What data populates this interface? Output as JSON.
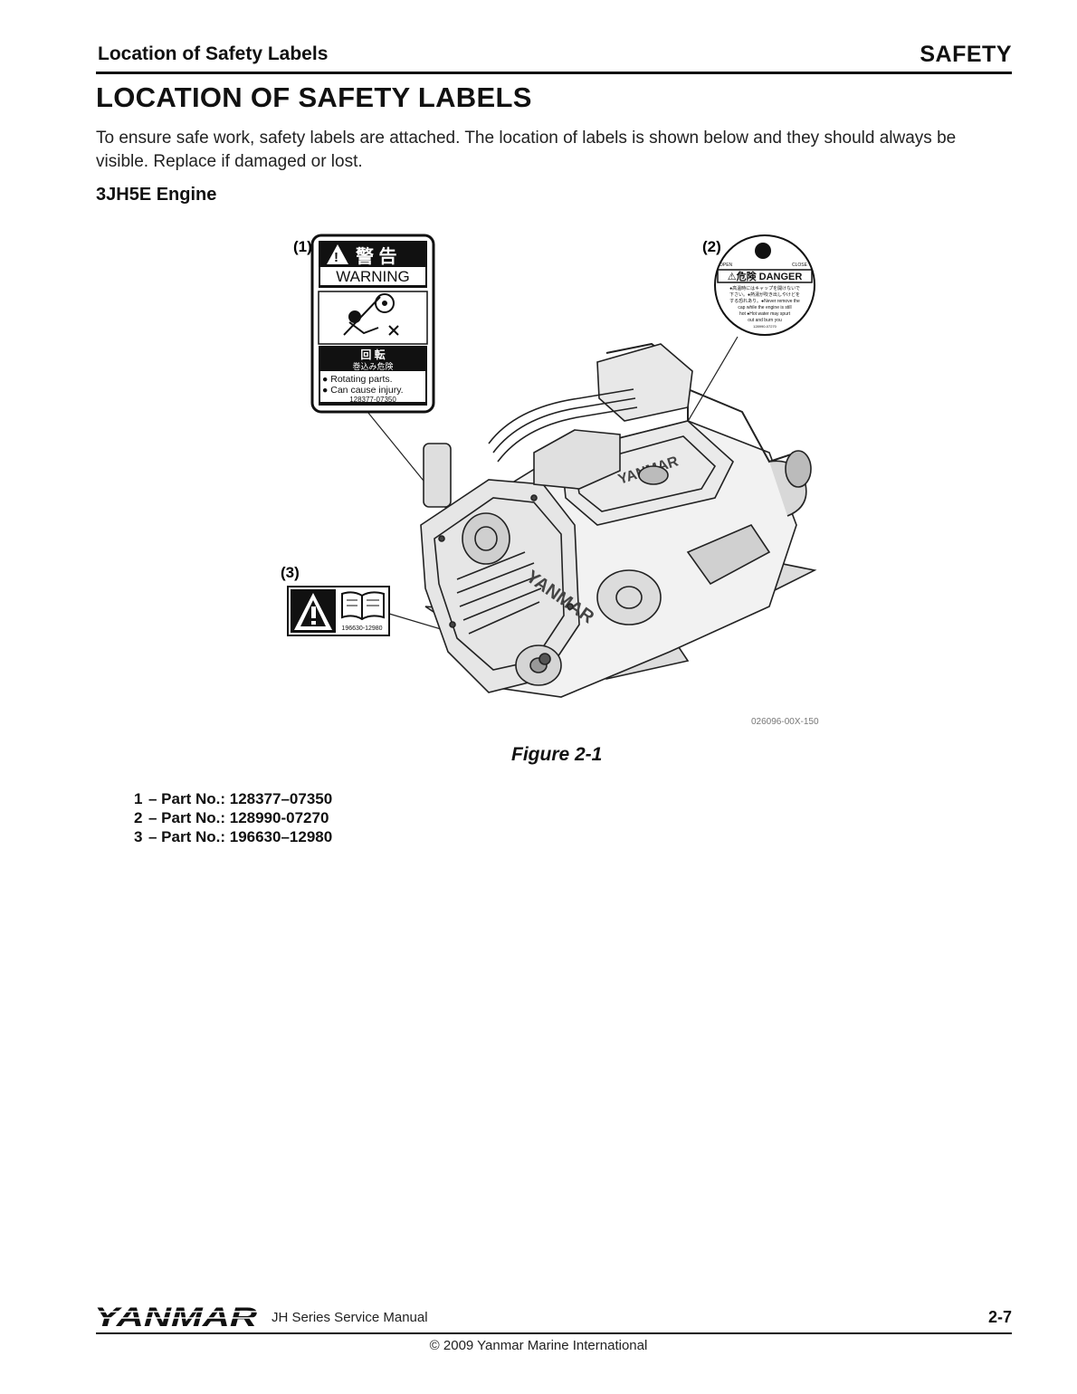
{
  "header": {
    "left_title": "Location of Safety Labels",
    "right_title": "SAFETY"
  },
  "main": {
    "title": "LOCATION OF SAFETY LABELS",
    "intro": "To ensure safe work, safety labels are attached. The location of labels is shown below and they should always be visible. Replace if damaged or lost.",
    "engine_heading": "3JH5E Engine"
  },
  "figure": {
    "callouts": [
      "(1)",
      "(2)",
      "(3)"
    ],
    "label1": {
      "jp_title": "警 告",
      "title": "WARNING",
      "jp_mid": "回 転",
      "jp_sub": "巻込み危険",
      "line1": "● Rotating parts.",
      "line2": "● Can cause injury.",
      "part": "128377-07350"
    },
    "label2": {
      "open": "OPEN",
      "close": "CLOSE",
      "title": "⚠危険 DANGER",
      "jp1": "●高温時にはキャップを開けないで",
      "jp2": "下さい。●熱湯が吹き出しやけどを",
      "jp3": "する恐れあり。●Never remove the",
      "line1": "cap while the engine is still",
      "line2": "hot ●Hot water may spurt",
      "line3": "out and burn you",
      "part": "128990-07270"
    },
    "label3": {
      "part": "196630-12980"
    },
    "engine_brand": "YANMAR",
    "drawing_code": "026096-00X-150",
    "caption": "Figure 2-1"
  },
  "parts_list": [
    {
      "num": "1",
      "text": "– Part No.: 128377–07350"
    },
    {
      "num": "2",
      "text": "– Part No.: 128990-07270"
    },
    {
      "num": "3",
      "text": "– Part No.: 196630–12980"
    }
  ],
  "footer": {
    "logo": "YANMAR",
    "manual": "JH Series Service Manual",
    "page": "2-7",
    "copyright": "© 2009 Yanmar Marine International"
  }
}
